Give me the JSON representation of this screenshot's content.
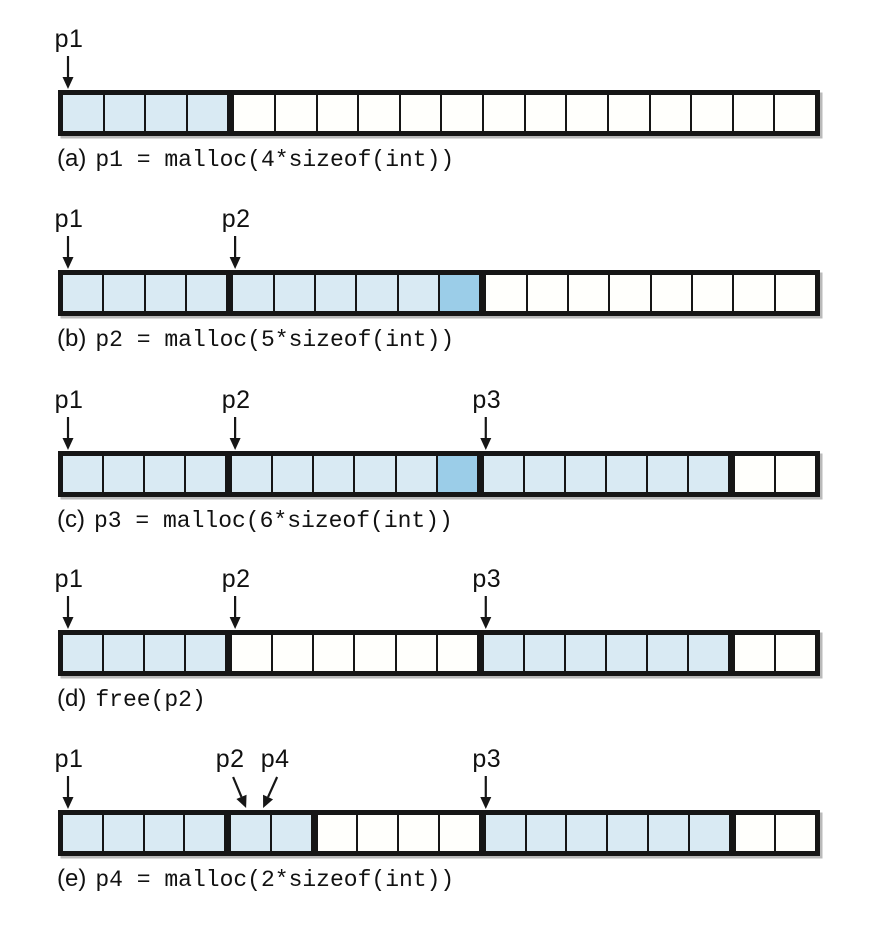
{
  "figure": {
    "description": "heap-allocation-diagram",
    "total_cells": 18,
    "colors": {
      "allocated": "#d9eaf3",
      "padding": "#9bcde8",
      "free": "#fffffc",
      "border": "#161616"
    },
    "rows": [
      {
        "id": "a",
        "caption_label": "(a)",
        "caption_code": "p1 = malloc(4*sizeof(int))",
        "pointers": [
          {
            "name": "p1",
            "boundary": 0,
            "style": "vertical"
          }
        ],
        "cells": [
          "L",
          "L",
          "L",
          "L",
          "F",
          "F",
          "F",
          "F",
          "F",
          "F",
          "F",
          "F",
          "F",
          "F",
          "F",
          "F",
          "F",
          "F"
        ],
        "thick_after": [
          4
        ]
      },
      {
        "id": "b",
        "caption_label": "(b)",
        "caption_code": "p2 = malloc(5*sizeof(int))",
        "pointers": [
          {
            "name": "p1",
            "boundary": 0,
            "style": "vertical"
          },
          {
            "name": "p2",
            "boundary": 4,
            "style": "vertical"
          }
        ],
        "cells": [
          "L",
          "L",
          "L",
          "L",
          "L",
          "L",
          "L",
          "L",
          "L",
          "D",
          "F",
          "F",
          "F",
          "F",
          "F",
          "F",
          "F",
          "F"
        ],
        "thick_after": [
          4,
          10
        ]
      },
      {
        "id": "c",
        "caption_label": "(c)",
        "caption_code": "p3 = malloc(6*sizeof(int))",
        "pointers": [
          {
            "name": "p1",
            "boundary": 0,
            "style": "vertical"
          },
          {
            "name": "p2",
            "boundary": 4,
            "style": "vertical"
          },
          {
            "name": "p3",
            "boundary": 10,
            "style": "vertical"
          }
        ],
        "cells": [
          "L",
          "L",
          "L",
          "L",
          "L",
          "L",
          "L",
          "L",
          "L",
          "D",
          "L",
          "L",
          "L",
          "L",
          "L",
          "L",
          "F",
          "F"
        ],
        "thick_after": [
          4,
          10,
          16
        ]
      },
      {
        "id": "d",
        "caption_label": "(d)",
        "caption_code": "free(p2)",
        "pointers": [
          {
            "name": "p1",
            "boundary": 0,
            "style": "vertical"
          },
          {
            "name": "p2",
            "boundary": 4,
            "style": "vertical"
          },
          {
            "name": "p3",
            "boundary": 10,
            "style": "vertical"
          }
        ],
        "cells": [
          "L",
          "L",
          "L",
          "L",
          "F",
          "F",
          "F",
          "F",
          "F",
          "F",
          "L",
          "L",
          "L",
          "L",
          "L",
          "L",
          "F",
          "F"
        ],
        "thick_after": [
          4,
          10,
          16
        ]
      },
      {
        "id": "e",
        "caption_label": "(e)",
        "caption_code": "p4 = malloc(2*sizeof(int))",
        "pointers": [
          {
            "name": "p1",
            "boundary": 0,
            "style": "vertical"
          },
          {
            "name": "p2",
            "boundary": 4,
            "style": "slant-right"
          },
          {
            "name": "p4",
            "boundary": 4,
            "style": "slant-left"
          },
          {
            "name": "p3",
            "boundary": 10,
            "style": "vertical"
          }
        ],
        "cells": [
          "L",
          "L",
          "L",
          "L",
          "L",
          "L",
          "F",
          "F",
          "F",
          "F",
          "L",
          "L",
          "L",
          "L",
          "L",
          "L",
          "F",
          "F"
        ],
        "thick_after": [
          4,
          6,
          10,
          16
        ]
      }
    ]
  }
}
